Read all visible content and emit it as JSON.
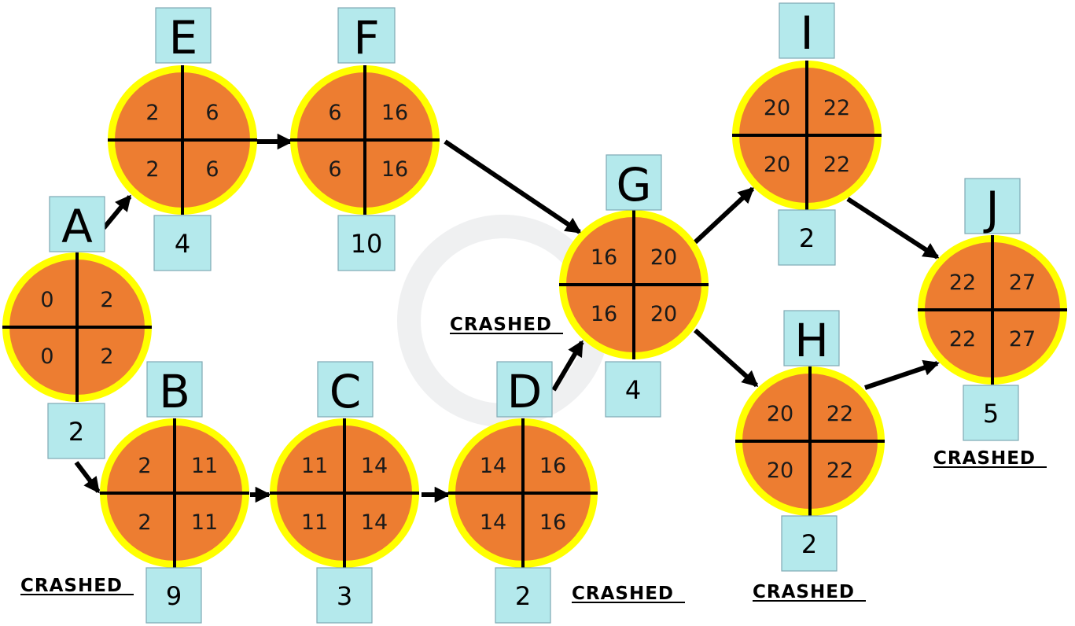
{
  "diagram": {
    "colors": {
      "node_fill": "#ED7D31",
      "node_ring": "#FFFF00",
      "label_box": "#B4E9EC",
      "label_border": "#7FA9B3",
      "arrow": "#000000"
    },
    "nodes": [
      {
        "id": "A",
        "duration": "2",
        "es": "0",
        "ef": "2",
        "ls": "0",
        "lf": "2"
      },
      {
        "id": "E",
        "duration": "4",
        "es": "2",
        "ef": "6",
        "ls": "2",
        "lf": "6"
      },
      {
        "id": "F",
        "duration": "10",
        "es": "6",
        "ef": "16",
        "ls": "6",
        "lf": "16"
      },
      {
        "id": "B",
        "duration": "9",
        "es": "2",
        "ef": "11",
        "ls": "2",
        "lf": "11"
      },
      {
        "id": "C",
        "duration": "3",
        "es": "11",
        "ef": "14",
        "ls": "11",
        "lf": "14"
      },
      {
        "id": "D",
        "duration": "2",
        "es": "14",
        "ef": "16",
        "ls": "14",
        "lf": "16"
      },
      {
        "id": "G",
        "duration": "4",
        "es": "16",
        "ef": "20",
        "ls": "16",
        "lf": "20"
      },
      {
        "id": "I",
        "duration": "2",
        "es": "20",
        "ef": "22",
        "ls": "20",
        "lf": "22"
      },
      {
        "id": "H",
        "duration": "2",
        "es": "20",
        "ef": "22",
        "ls": "20",
        "lf": "22"
      },
      {
        "id": "J",
        "duration": "5",
        "es": "22",
        "ef": "27",
        "ls": "22",
        "lf": "27"
      }
    ],
    "edges": [
      {
        "from": "A",
        "to": "E"
      },
      {
        "from": "E",
        "to": "F"
      },
      {
        "from": "F",
        "to": "G"
      },
      {
        "from": "A",
        "to": "B"
      },
      {
        "from": "B",
        "to": "C"
      },
      {
        "from": "C",
        "to": "D"
      },
      {
        "from": "D",
        "to": "G"
      },
      {
        "from": "G",
        "to": "I"
      },
      {
        "from": "G",
        "to": "H"
      },
      {
        "from": "I",
        "to": "J"
      },
      {
        "from": "H",
        "to": "J"
      }
    ],
    "crashed_labels": [
      {
        "text": "CRASHED",
        "near": "B"
      },
      {
        "text": "CRASHED",
        "near": "D"
      },
      {
        "text": "CRASHED",
        "near": "G"
      },
      {
        "text": "CRASHED",
        "near": "H"
      },
      {
        "text": "CRASHED",
        "near": "J"
      }
    ]
  }
}
